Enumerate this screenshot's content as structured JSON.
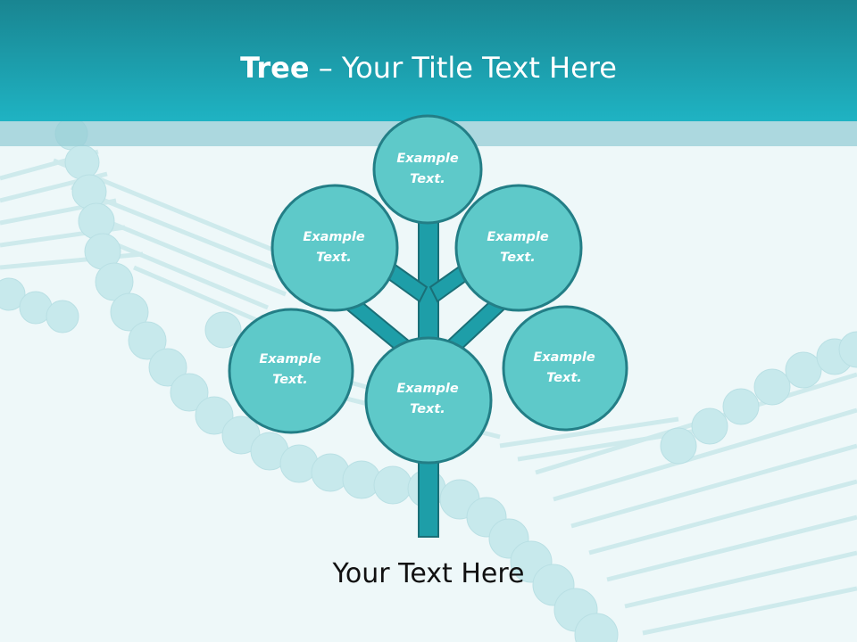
{
  "slide": {
    "title_bold": "Tree",
    "title_rest": " – Your Title Text Here",
    "footer": "Your Text Here"
  },
  "tree": {
    "nodes": [
      {
        "id": "top",
        "line1": "Example",
        "line2": "Text."
      },
      {
        "id": "upper-left",
        "line1": "Example",
        "line2": "Text."
      },
      {
        "id": "upper-right",
        "line1": "Example",
        "line2": "Text."
      },
      {
        "id": "lower-left",
        "line1": "Example",
        "line2": "Text."
      },
      {
        "id": "center",
        "line1": "Example",
        "line2": "Text."
      },
      {
        "id": "lower-right",
        "line1": "Example",
        "line2": "Text."
      }
    ]
  },
  "colors": {
    "title_bar_top": "#198591",
    "title_bar_bottom": "#1fb3c3",
    "node_fill": "#5ec9c9",
    "node_border": "#237e86",
    "trunk_fill": "#1e9ea8",
    "background": "#eef8f9"
  },
  "decoration": "dna-helix-background"
}
